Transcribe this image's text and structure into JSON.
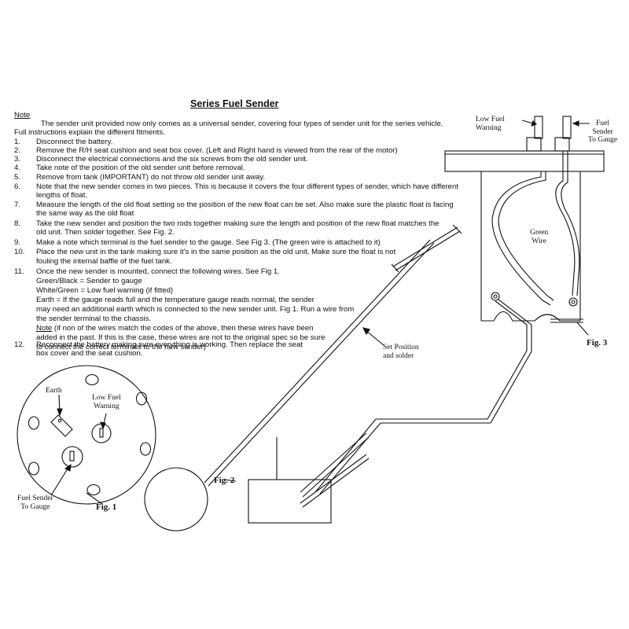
{
  "title": "Series Fuel Sender",
  "note_heading": "Note",
  "intro": [
    "The sender unit provided now only comes as a universal sender, covering four types of sender unit for the series vehicle.",
    "Full instructions explain the different fitments."
  ],
  "steps": [
    {
      "num": "1.",
      "lines": [
        "Disconnect the battery."
      ]
    },
    {
      "num": "2.",
      "lines": [
        "Remove the R/H seat cushion and seat box cover. (Left and Right hand is viewed from the rear of the motor)"
      ]
    },
    {
      "num": "3.",
      "lines": [
        "Disconnect the electrical connections and the six screws from the old sender unit."
      ]
    },
    {
      "num": "4.",
      "lines": [
        "Take note of the position of the old sender unit before removal."
      ]
    },
    {
      "num": "5.",
      "lines": [
        "Remove from tank (IMPORTANT) do not throw old sender unit away."
      ]
    },
    {
      "num": "6.",
      "lines": [
        "Note that the new sender comes in two pieces. This is because it covers the four different types of sender, which have different",
        "lengths of float."
      ]
    },
    {
      "num": "7.",
      "lines": [
        "Measure the length of the old float setting so the position of the new float can be set. Also make sure the plastic float is facing",
        "the same way as the old float"
      ]
    },
    {
      "num": "8.",
      "lines": [
        "Take the new sender and position the two rods together making sure the length and position of the new float matches the",
        "old unit. Then solder together. See Fig. 2."
      ]
    },
    {
      "num": "9.",
      "lines": [
        "Make a note which terminal is the fuel sender to the gauge. See Fig 3. (The green wire is attached to it)"
      ]
    },
    {
      "num": "10.",
      "lines": [
        "Place the new unit in the tank making sure it's in the same position as the old unit. Make sure the float is not",
        "fouling the internal baffle of the fuel tank."
      ]
    },
    {
      "num": "11.",
      "lines": [
        "Once the new sender is mounted, connect the following wires. See Fig 1.",
        "Green/Black = Sender to gauge",
        "White/Green = Low fuel warning (if fitted)",
        "Earth = If the gauge reads full and the temperature gauge reads normal, the sender",
        "may need an additional earth which is connected to the new sender unit. Fig 1. Run a wire from",
        "the sender terminal to the chassis."
      ]
    }
  ],
  "note2": {
    "label": "Note",
    "lines": [
      " (if non of the wires match the codes of the above, then these wires have been",
      "added in the past. If this is the case, these wires are not to the original spec so be sure",
      "to connect the correct terminals to the new sender)"
    ]
  },
  "step12": {
    "num": "12.",
    "lines": [
      "Reconnect the battery making sure everything is working. Then replace the seat",
      "box cover and the seat cushion."
    ]
  },
  "fig1": {
    "caption": "Fig. 1",
    "earth": "Earth",
    "low_fuel": [
      "Low Fuel",
      "Warning"
    ],
    "sender": [
      "Fuel Sender",
      "To Gauge"
    ]
  },
  "fig2": {
    "caption": "Fig. 2",
    "set_position": [
      "Set Position",
      "and solder"
    ]
  },
  "fig3": {
    "caption": "Fig. 3",
    "low_fuel": [
      "Low Fuel",
      "Warning"
    ],
    "sender": [
      "Fuel",
      "Sender",
      "To Gauge"
    ],
    "green_wire": [
      "Green",
      "Wire"
    ]
  },
  "colors": {
    "ink": "#111111",
    "paper": "#ffffff"
  }
}
